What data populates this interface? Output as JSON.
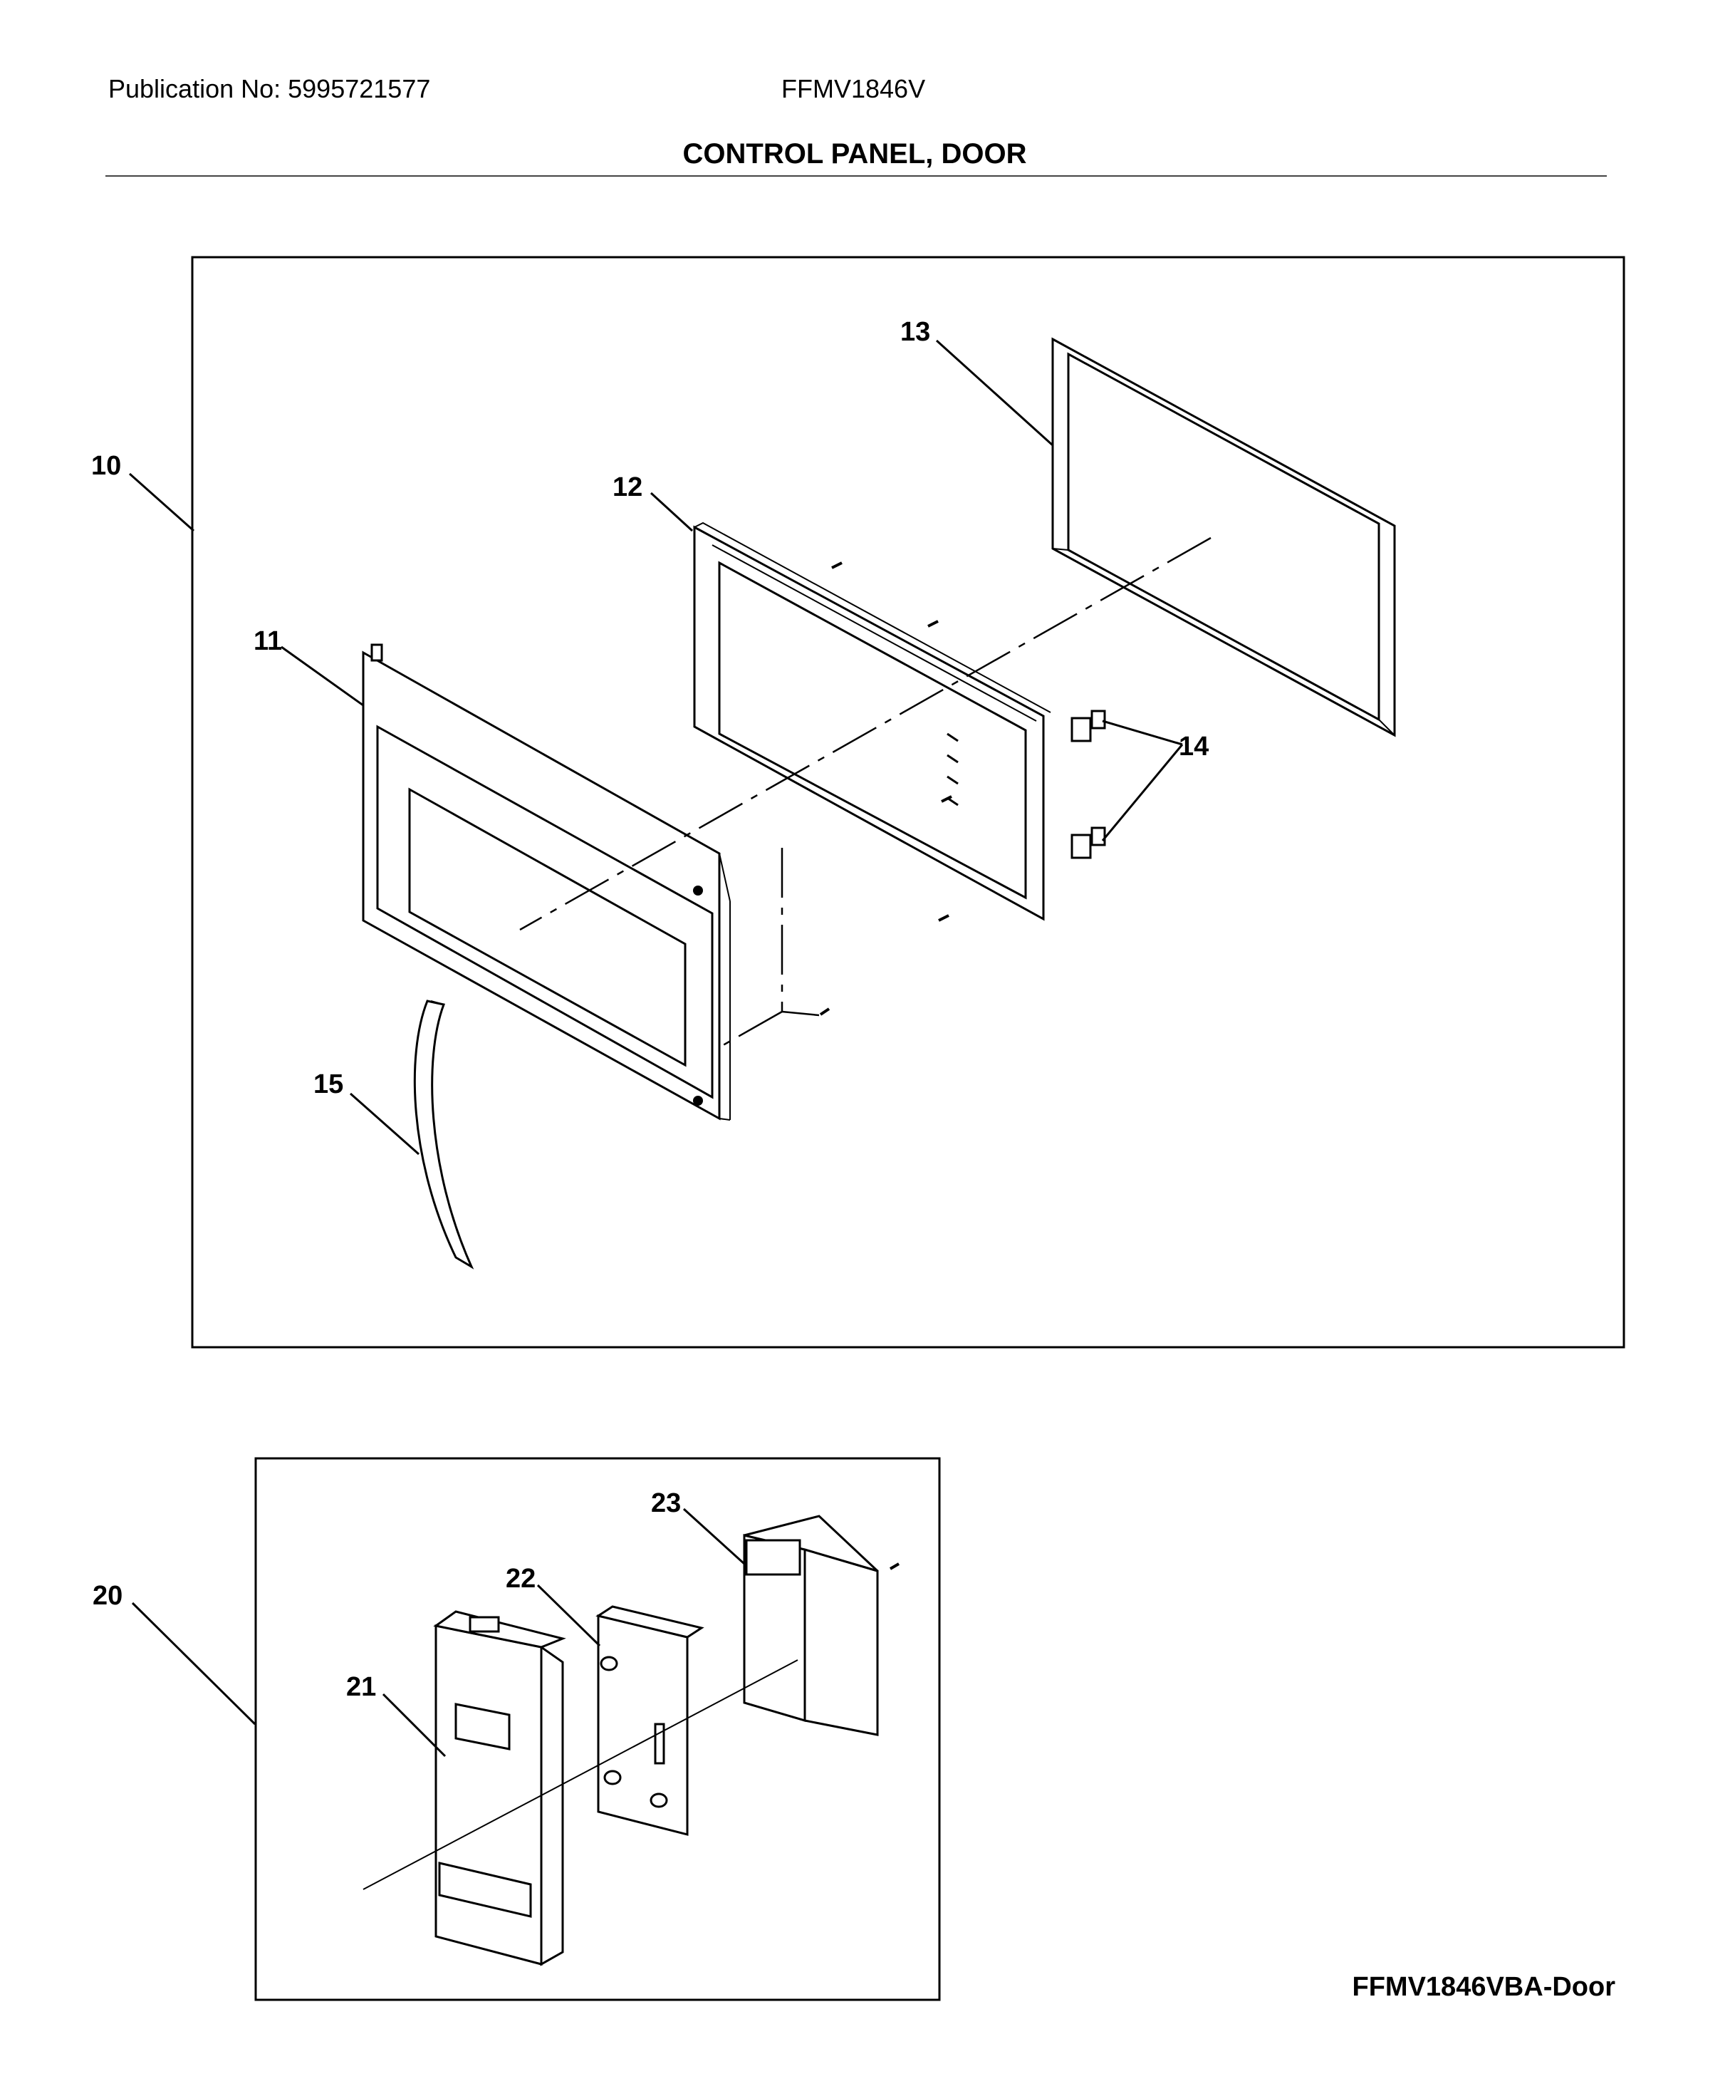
{
  "header": {
    "publication": "Publication No: 5995721577",
    "model": "FFMV1846V",
    "section_title": "CONTROL PANEL, DOOR"
  },
  "callouts": {
    "door_assembly": "10",
    "door_frame": "11",
    "door_inner": "12",
    "door_choke": "13",
    "latch": "14",
    "handle": "15",
    "control_panel_assembly": "20",
    "control_panel_frame": "21",
    "control_bracket": "22",
    "control_board": "23"
  },
  "footer": {
    "diagram_id": "FFMV1846VBA-Door"
  }
}
